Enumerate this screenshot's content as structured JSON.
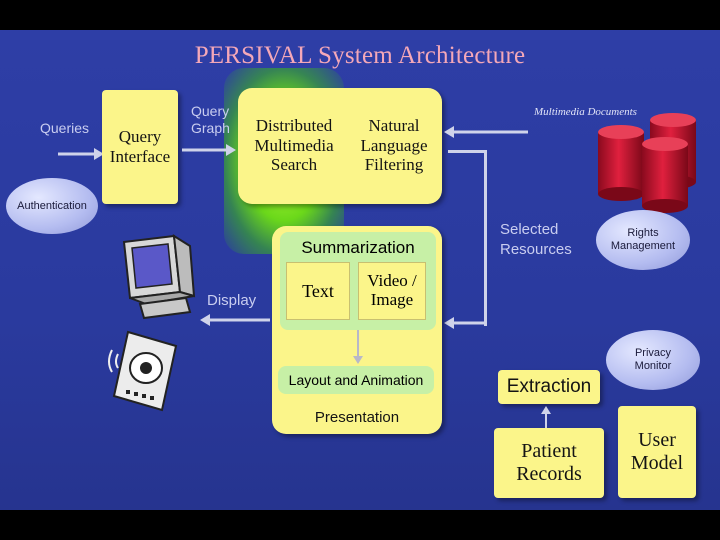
{
  "title": "PERSIVAL System Architecture",
  "labels": {
    "queries": "Queries",
    "query_graph_line1": "Query",
    "query_graph_line2": "Graph",
    "display": "Display",
    "selected_line1": "Selected",
    "selected_line2": "Resources",
    "multimedia_documents": "Multimedia Documents"
  },
  "boxes": {
    "query_interface_1": "Query",
    "query_interface_2": "Interface",
    "dms_1": "Distributed",
    "dms_2": "Multimedia",
    "dms_3": "Search",
    "nlf_1": "Natural",
    "nlf_2": "Language",
    "nlf_3": "Filtering",
    "summarization": "Summarization",
    "text": "Text",
    "video_1": "Video /",
    "video_2": "Image",
    "layout": "Layout and Animation",
    "presentation": "Presentation",
    "extraction": "Extraction",
    "patient_1": "Patient",
    "patient_2": "Records",
    "user_1": "User",
    "user_2": "Model"
  },
  "ellipses": {
    "authentication": "Authentication",
    "rights_1": "Rights",
    "rights_2": "Management",
    "privacy_1": "Privacy",
    "privacy_2": "Monitor"
  },
  "colors": {
    "background": "#2a3a9e",
    "box": "#fbf58a",
    "title": "#f4a8b8",
    "glow": "#7ee020",
    "database": "#c8102e"
  }
}
